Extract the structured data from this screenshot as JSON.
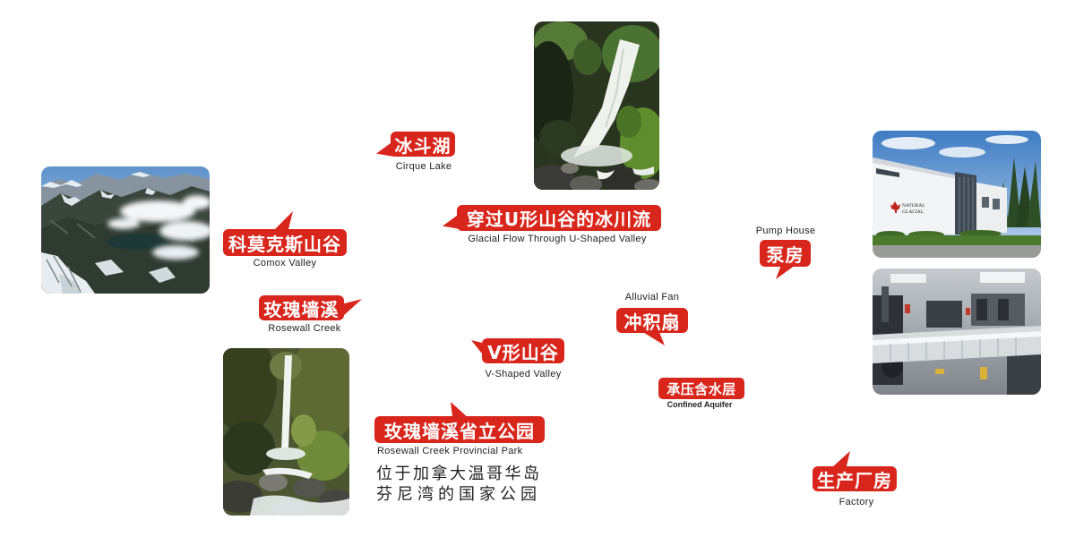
{
  "theme": {
    "accent": "#d9261c",
    "text": "#222222",
    "background": "#ffffff"
  },
  "callouts": {
    "cirque_lake": {
      "label": "冰斗湖",
      "caption": "Cirque Lake"
    },
    "glacial_flow": {
      "label": "穿过U形山谷的冰川流",
      "caption": "Glacial Flow Through U-Shaped Valley"
    },
    "comox_valley": {
      "label": "科莫克斯山谷",
      "caption": "Comox Valley"
    },
    "rosewall_creek": {
      "label": "玫瑰墙溪",
      "caption": "Rosewall Creek"
    },
    "v_shaped_valley": {
      "label": "V形山谷",
      "caption": "V-Shaped Valley"
    },
    "alluvial_fan": {
      "label": "冲积扇",
      "caption": "Alluvial Fan"
    },
    "confined_aquifer": {
      "label": "承压含水层",
      "caption": "Confined Aquifer"
    },
    "pump_house": {
      "label": "泵房",
      "caption": "Pump House"
    },
    "provincial_park": {
      "label": "玫瑰墙溪省立公园",
      "caption": "Rosewall Creek Provincial Park",
      "description": [
        "位于加拿大温哥华岛",
        "芬尼湾的国家公园"
      ]
    },
    "factory": {
      "label": "生产厂房",
      "caption": "Factory"
    }
  },
  "photos": {
    "factory_sign": {
      "line1": "NATURAL",
      "line2": "GLACIAL",
      "logo_icon": "maple-leaf-icon"
    }
  }
}
